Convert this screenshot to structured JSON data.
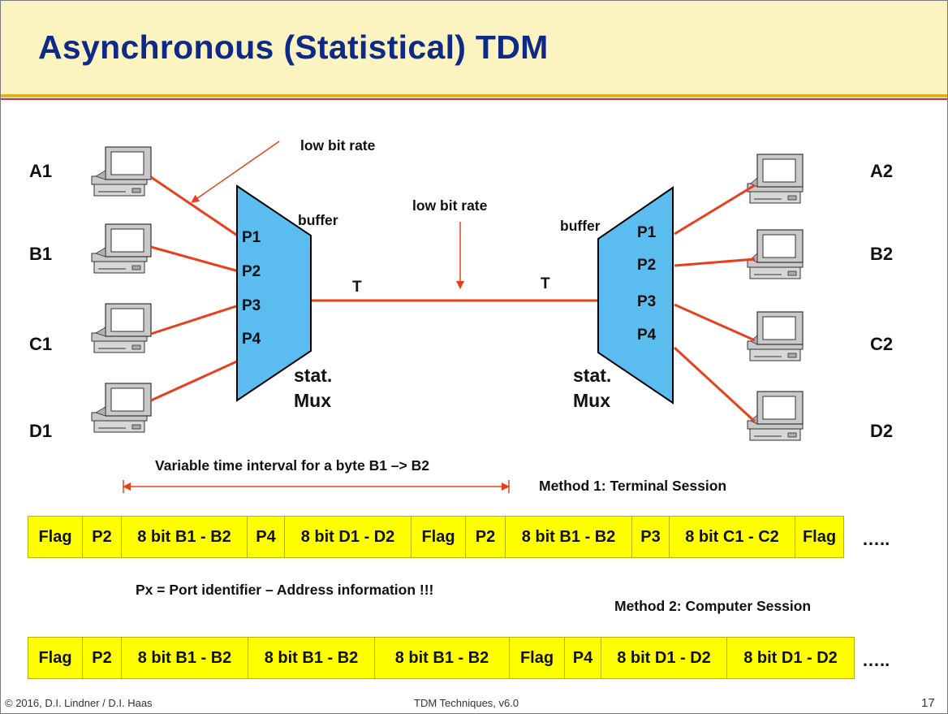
{
  "header": {
    "title": "Asynchronous (Statistical) TDM"
  },
  "diagram": {
    "left_hosts": [
      "A1",
      "B1",
      "C1",
      "D1"
    ],
    "right_hosts": [
      "A2",
      "B2",
      "C2",
      "D2"
    ],
    "ports": [
      "P1",
      "P2",
      "P3",
      "P4"
    ],
    "buffer_label": "buffer",
    "mux_label": "stat. Mux",
    "trunk_end_label": "T",
    "low_rate_access": "low bit rate",
    "low_rate_trunk": "low bit rate",
    "interval_label": "Variable time interval for a byte B1 –> B2"
  },
  "method1": {
    "title": "Method 1: Terminal Session",
    "cells": [
      "Flag",
      "P2",
      "8 bit B1 - B2",
      "P4",
      "8 bit D1 - D2",
      "Flag",
      "P2",
      "8 bit B1 - B2",
      "P3",
      "8 bit C1 - C2",
      "Flag"
    ],
    "ellipsis": "….."
  },
  "note": "Px = Port identifier – Address information !!!",
  "method2": {
    "title": "Method 2: Computer Session",
    "cells": [
      "Flag",
      "P2",
      "8 bit B1 - B2",
      "8 bit B1 - B2",
      "8 bit B1 - B2",
      "Flag",
      "P4",
      "8 bit D1 - D2",
      "8 bit D1 - D2"
    ],
    "ellipsis": "….."
  },
  "footer": {
    "copyright": "© 2016, D.I. Lindner / D.I. Haas",
    "center": "TDM Techniques, v6.0",
    "page": "17"
  },
  "colors": {
    "title": "#0f2a86",
    "header_bg": "#fbf4c0",
    "line": "#e8401c",
    "mux": "#5bbcf0",
    "cell": "#ffff00"
  }
}
